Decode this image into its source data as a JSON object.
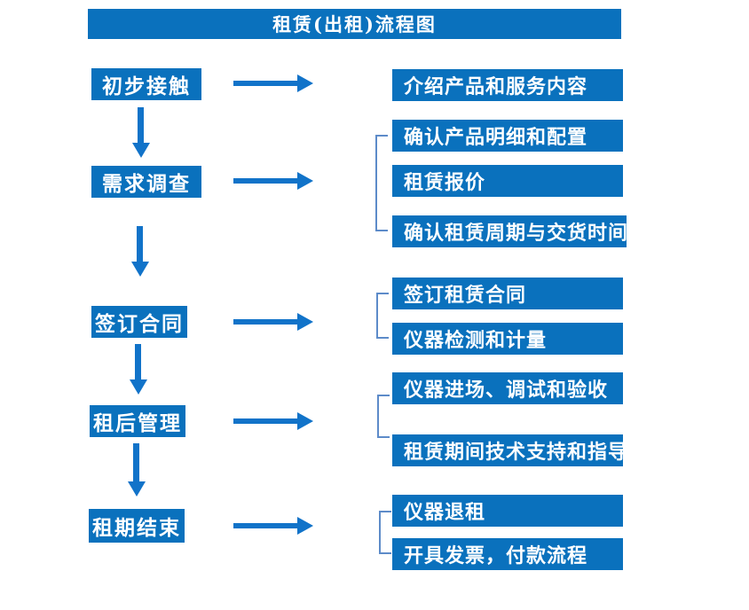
{
  "title": "租赁(出租)流程图",
  "steps": [
    {
      "label": "初步接触",
      "details": [
        "介绍产品和服务内容"
      ]
    },
    {
      "label": "需求调查",
      "details": [
        "确认产品明细和配置",
        "租赁报价",
        "确认租赁周期与交货时间"
      ]
    },
    {
      "label": "签订合同",
      "details": [
        "签订租赁合同",
        "仪器检测和计量"
      ]
    },
    {
      "label": "租后管理",
      "details": [
        "仪器进场、调试和验收",
        "租赁期间技术支持和指导"
      ]
    },
    {
      "label": "租期结束",
      "details": [
        "仪器退租",
        "开具发票，付款流程"
      ]
    }
  ],
  "colors": {
    "box_fill": "#0a71bd",
    "arrow": "#1173c9",
    "bracket": "#5d8bc9",
    "text": "#ffffff"
  }
}
